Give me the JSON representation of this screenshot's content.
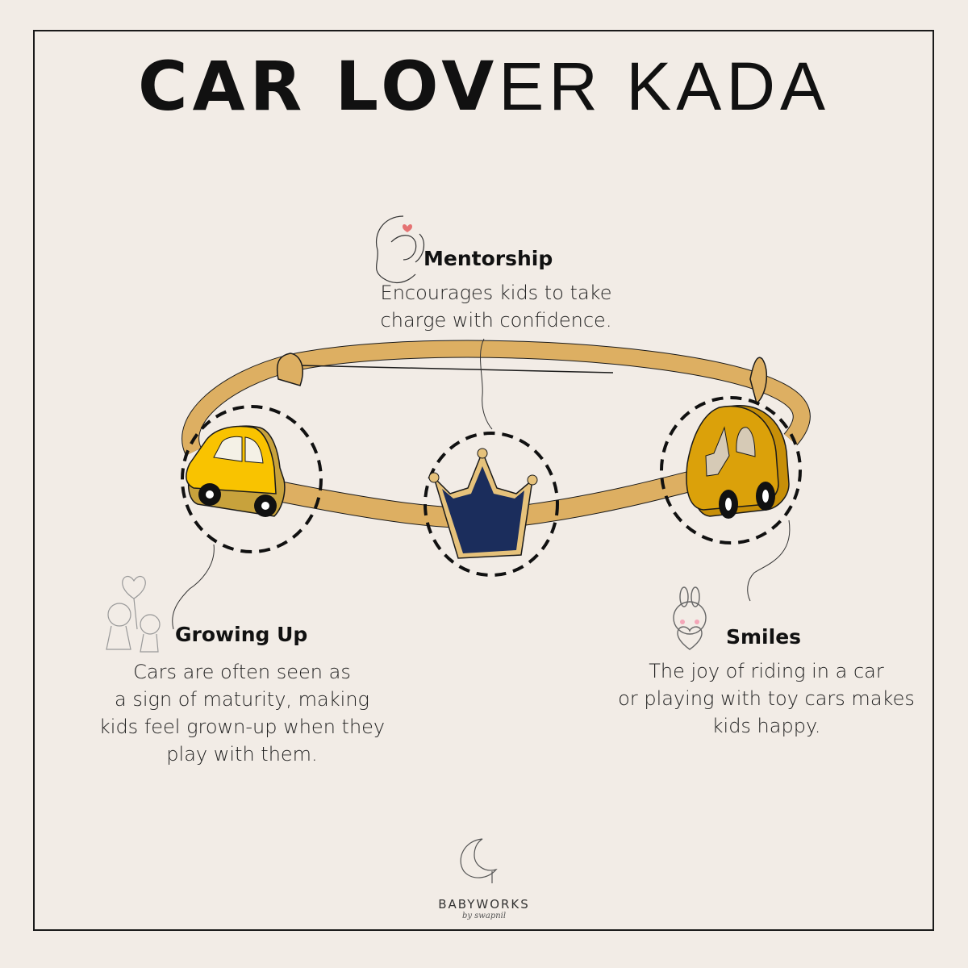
{
  "title": {
    "part1": "CAR LOV",
    "part2": "ER KADA"
  },
  "features": [
    {
      "id": "mentorship",
      "heading": "Mentorship",
      "icon": "mother-child-icon",
      "lines": [
        "Encourages kids to take",
        "charge with confidence."
      ],
      "charm": "navy crown"
    },
    {
      "id": "growing-up",
      "heading": "Growing Up",
      "icon": "kids-balloon-icon",
      "lines": [
        "Cars are often seen as",
        "a sign of maturity, making",
        "kids feel grown-up when they",
        "play with them."
      ],
      "charm": "yellow car"
    },
    {
      "id": "smiles",
      "heading": "Smiles",
      "icon": "bunny-heart-icon",
      "lines": [
        "The joy of riding in a car",
        "or playing with toy cars makes",
        "kids happy."
      ],
      "charm": "mustard car"
    }
  ],
  "logo": {
    "name": "BABYWORKS",
    "sub": "by swapnil"
  },
  "colors": {
    "background": "#f2ece6",
    "band": "#ddaf62",
    "car_yellow": "#f9c300",
    "car_mustard": "#dba10a",
    "crown_navy": "#1b2d5c"
  }
}
